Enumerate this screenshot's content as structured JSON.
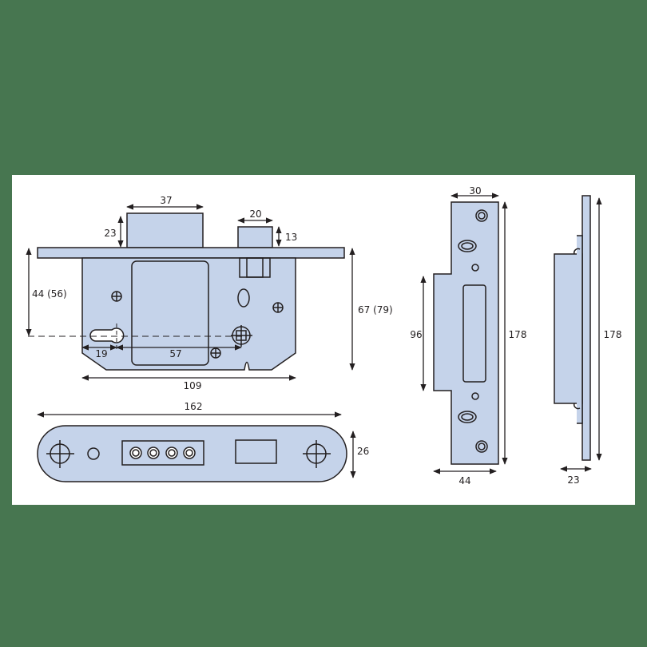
{
  "colors": {
    "background": "#477650",
    "panel": "#ffffff",
    "part_fill": "#c5d3ea",
    "stroke": "#231f20"
  },
  "lock_body": {
    "dimensions": {
      "bolt_width": "37",
      "bolt_projection": "23",
      "latch_width": "20",
      "latch_projection": "13",
      "backset": "44 (56)",
      "case_depth": "67 (79)",
      "keyhole_offset": "19",
      "centres": "57",
      "case_width": "109"
    }
  },
  "forend": {
    "dimensions": {
      "length": "162",
      "width": "26"
    }
  },
  "strike_plate_front": {
    "dimensions": {
      "width_top": "30",
      "box_height": "96",
      "length": "178",
      "width_total": "44"
    }
  },
  "strike_plate_side": {
    "dimensions": {
      "length": "178",
      "depth": "23"
    }
  }
}
